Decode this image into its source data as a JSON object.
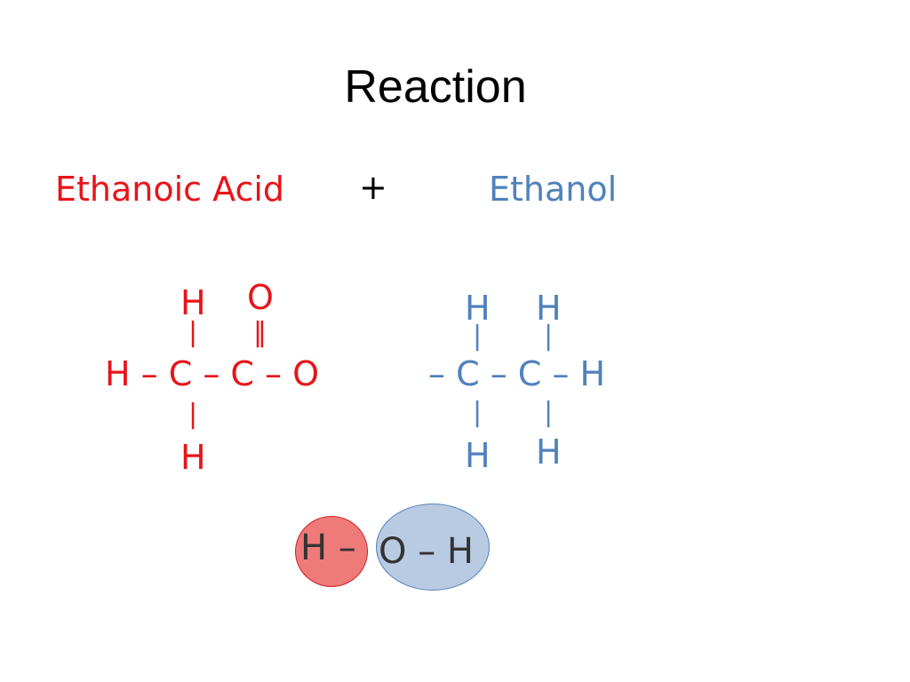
{
  "title": "Reaction",
  "reactants": {
    "acid_name": "Ethanoic Acid",
    "plus": "+",
    "alcohol_name": "Ethanol"
  },
  "acid_structure": {
    "top_h": "H",
    "top_o": "O",
    "double_bond": "‖",
    "bond_up": "|",
    "main_chain": "H – C – C – O",
    "bond_down": "|",
    "bottom_h": "H"
  },
  "alcohol_structure": {
    "top_h1": "H",
    "top_h2": "H",
    "bond_up1": "|",
    "bond_up2": "|",
    "main_chain": "– C – C – H",
    "bond_down1": "|",
    "bond_down2": "|",
    "bottom_h1": "H",
    "bottom_h2": "H"
  },
  "water_formation": {
    "left_group": "H –",
    "right_group": "O – H"
  },
  "colors": {
    "acid": "#e8141a",
    "alcohol": "#4f81bd",
    "red_ellipse": "#ee7a7a",
    "blue_ellipse": "#b9cbe3"
  }
}
